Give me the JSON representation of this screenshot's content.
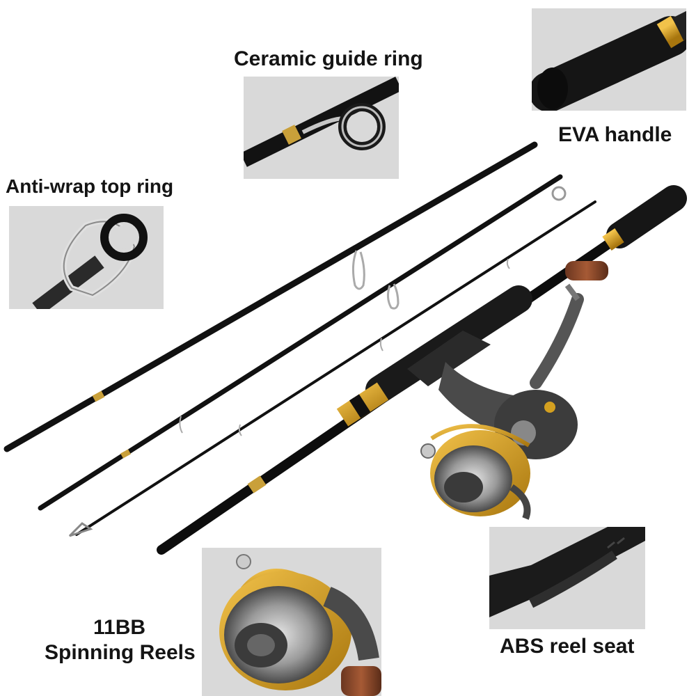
{
  "labels": {
    "ceramic_guide_ring": "Ceramic guide ring",
    "eva_handle": "EVA handle",
    "anti_wrap_top_ring": "Anti-wrap top ring",
    "reels_line1": "11BB",
    "reels_line2": "Spinning Reels",
    "abs_reel_seat": "ABS reel seat"
  },
  "colors": {
    "background": "#ffffff",
    "panel": "#d9d9d9",
    "rod_black": "#111111",
    "accent_gold": "#d4a020",
    "handle_wood": "#8b4a2b",
    "reel_gray": "#5a5a5a",
    "text": "#141414"
  }
}
